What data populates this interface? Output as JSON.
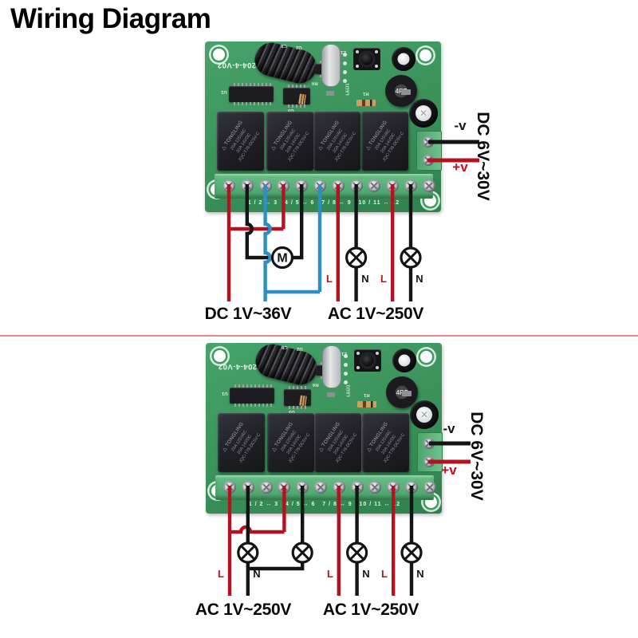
{
  "title": "Wiring Diagram",
  "board": {
    "model": "KR1204-4-V02",
    "relay": {
      "brand": "△ TONGLING",
      "spec1": "20A  125VAC",
      "spec2": "20A  14VDC",
      "part": "JQC-T78-DC5V-C"
    },
    "inductor_label": "4R7",
    "silkscreen": {
      "u1": "U1",
      "u2": "U2",
      "c8": "C8",
      "z1": "Z1",
      "r4": "R4",
      "led1": "LED1",
      "r1": "R1",
      "u3": "U3"
    },
    "terminal_numbers": "1 / 2 ↔ 3   4 / 5 ↔ 6   7 / 8 ↔ 9   10 / 11 ↔ 12"
  },
  "sections": {
    "top": {
      "motor": "M",
      "left_label": "DC 1V~36V",
      "right_label": "AC 1V~250V",
      "live": "L",
      "neutral": "N",
      "power_neg": "-v",
      "power_pos": "+v",
      "power_range": "DC 6V~30V"
    },
    "bottom": {
      "left_label": "AC 1V~250V",
      "right_label": "AC 1V~250V",
      "live": "L",
      "neutral": "N",
      "power_neg": "-v",
      "power_pos": "+v",
      "power_range": "DC 6V~30V"
    }
  },
  "colors": {
    "pcb_green": "#3f9b61",
    "terminal_green": "#52b074",
    "wire_red": "#b5121f",
    "wire_blue": "#2b8fc6",
    "wire_black": "#141414",
    "label_red": "#c01020",
    "divider_red": "#e28d8d"
  }
}
